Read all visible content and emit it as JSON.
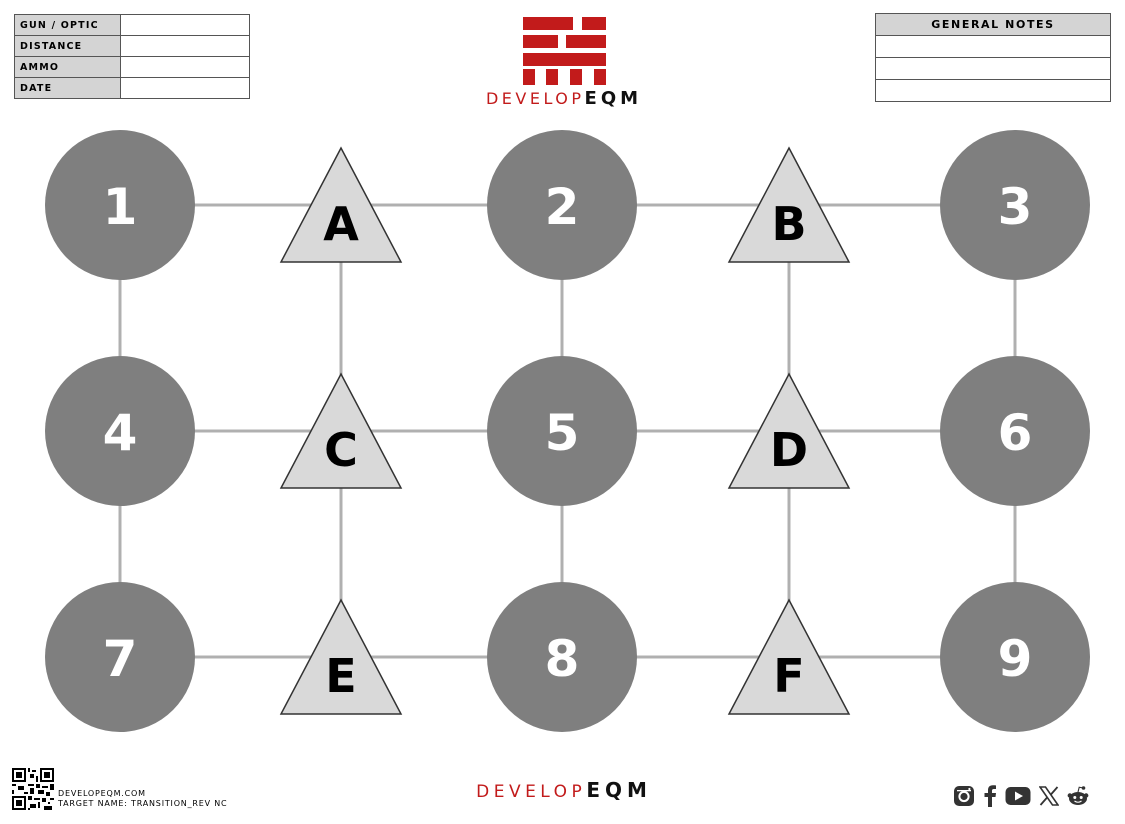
{
  "header": {
    "info_fields": [
      {
        "label": "GUN / OPTIC",
        "value": ""
      },
      {
        "label": "DISTANCE",
        "value": ""
      },
      {
        "label": "AMMO",
        "value": ""
      },
      {
        "label": "DATE",
        "value": ""
      }
    ],
    "notes": {
      "title": "GENERAL NOTES",
      "lines": [
        "",
        "",
        ""
      ]
    },
    "logo": {
      "red_text": "DEVELOP",
      "black_text": "EQM",
      "icon": "developeqm-logo-icon",
      "accent_color": "#c21b1b"
    }
  },
  "target": {
    "circle_color": "#7f7f7f",
    "triangle_color": "#d9d9d9",
    "line_color": "#b0b0b0",
    "circles": [
      "1",
      "2",
      "3",
      "4",
      "5",
      "6",
      "7",
      "8",
      "9"
    ],
    "triangles": [
      "A",
      "B",
      "C",
      "D",
      "E",
      "F"
    ]
  },
  "footer": {
    "url": "DEVELOPEQM.COM",
    "target_name": "TARGET NAME: TRANSITION_REV NC",
    "brand_red": "DEVELOP",
    "brand_black": "EQM",
    "qr_icon": "qr-code-icon",
    "social_icons": [
      "instagram-icon",
      "facebook-icon",
      "youtube-icon",
      "x-icon",
      "reddit-icon"
    ]
  }
}
